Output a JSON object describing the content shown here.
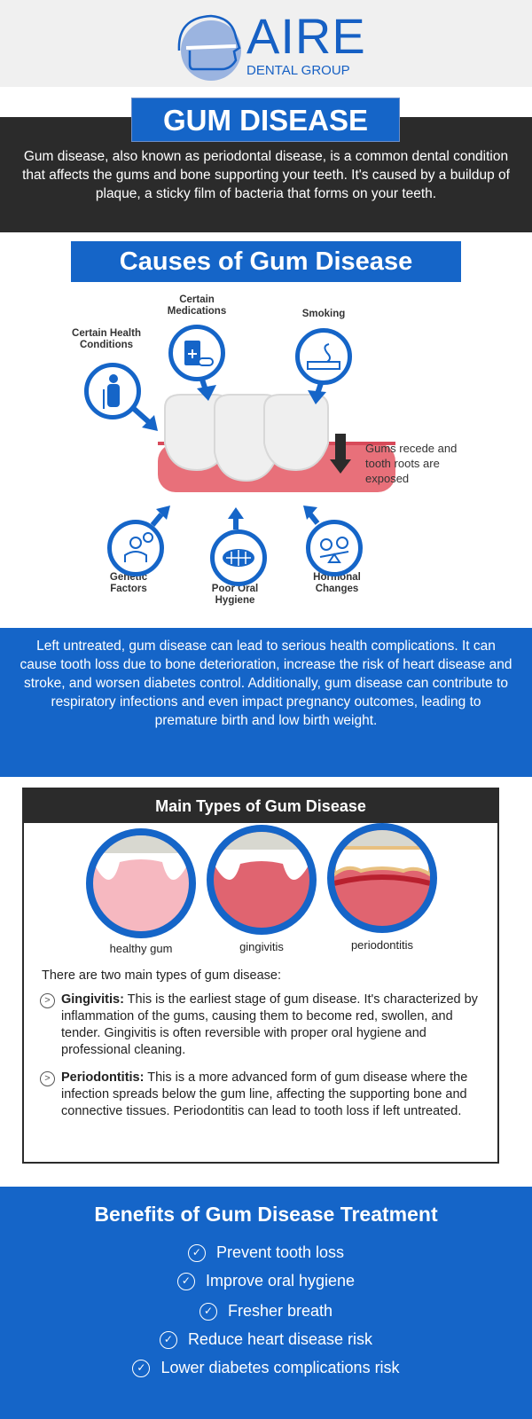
{
  "logo": {
    "word": "AIRE",
    "sub": "DENTAL GROUP"
  },
  "title": "GUM DISEASE",
  "intro": "Gum disease, also known as periodontal disease, is a common dental condition that affects the gums and bone supporting your teeth. It's caused by a buildup of plaque, a sticky film of bacteria that forms on your teeth.",
  "causes": {
    "title": "Causes of Gum Disease",
    "items": [
      "Certain Health Conditions",
      "Certain Medications",
      "Smoking",
      "Genetic Factors",
      "Poor Oral Hygiene",
      "Hormonal Changes"
    ],
    "recede": "Gums recede and tooth roots are exposed"
  },
  "complications": "Left untreated, gum disease can lead to serious health complications. It can cause tooth loss due to bone deterioration, increase the risk of heart disease and stroke, and worsen diabetes control. Additionally, gum disease can contribute to respiratory infections and even impact pregnancy outcomes, leading to premature birth and low birth weight.",
  "types": {
    "title": "Main Types of Gum Disease",
    "images": [
      "healthy gum",
      "gingivitis",
      "periodontitis"
    ],
    "intro": "There are two main types of gum disease:",
    "items": [
      {
        "term": "Gingivitis:",
        "text": " This is the earliest stage of gum disease. It's characterized by inflammation of the gums, causing them to become red, swollen, and tender. Gingivitis is often reversible with proper oral hygiene and professional cleaning."
      },
      {
        "term": "Periodontitis:",
        "text": " This is a more advanced form of gum disease where the infection spreads below the gum line, affecting the supporting bone and connective tissues. Periodontitis can lead to tooth loss if left untreated."
      }
    ]
  },
  "benefits": {
    "title": "Benefits of Gum Disease Treatment",
    "items": [
      "Prevent tooth loss",
      "Improve oral hygiene",
      "Fresher breath",
      "Reduce heart disease risk",
      "Lower diabetes complications risk"
    ]
  },
  "colors": {
    "blue": "#1565c8",
    "dark": "#2b2b2b",
    "gum": "#e8707a"
  }
}
